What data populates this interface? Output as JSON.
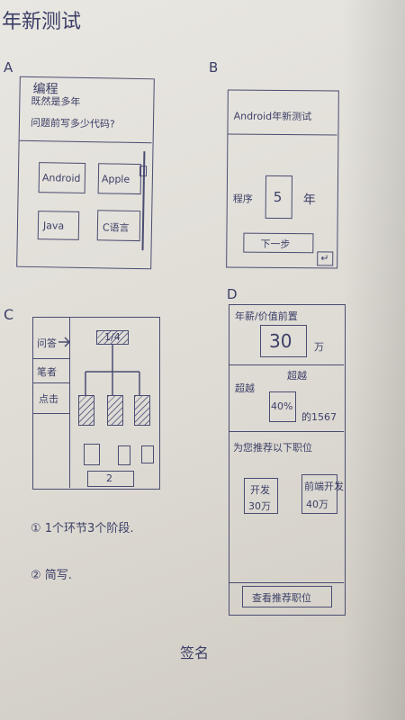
{
  "page": {
    "title": "年新测试",
    "footer": "签名"
  },
  "panelA": {
    "letter": "A",
    "header": "编程",
    "question_line1": "既然是多年",
    "question_line2": "问题前写多少代码?",
    "options": [
      "Android",
      "Apple",
      "Java",
      "C语言"
    ]
  },
  "panelB": {
    "letter": "B",
    "title": "Android年新测试",
    "label_left": "程序",
    "value": "5",
    "label_right": "年",
    "next_button": "下一步",
    "enter_icon": "↵"
  },
  "panelC": {
    "letter": "C",
    "sidebar": [
      "问答",
      "笔者",
      "点击"
    ],
    "top_node": "1/4",
    "bottom_label": "2",
    "note1": "① 1个环节3个阶段.",
    "note2": "② 简写."
  },
  "panelD": {
    "letter": "D",
    "salary_label": "年薪/价值前置",
    "salary_value": "30",
    "salary_unit": "万",
    "rank_label_left": "超越",
    "rank_label_top": "超越",
    "rank_value": "40%",
    "rank_suffix": "的1567",
    "recommend_label": "为您推荐以下职位",
    "cards": [
      {
        "title": "开发",
        "salary": "30万"
      },
      {
        "title": "前端开发",
        "salary": "40万"
      }
    ],
    "button": "查看推荐职位"
  }
}
